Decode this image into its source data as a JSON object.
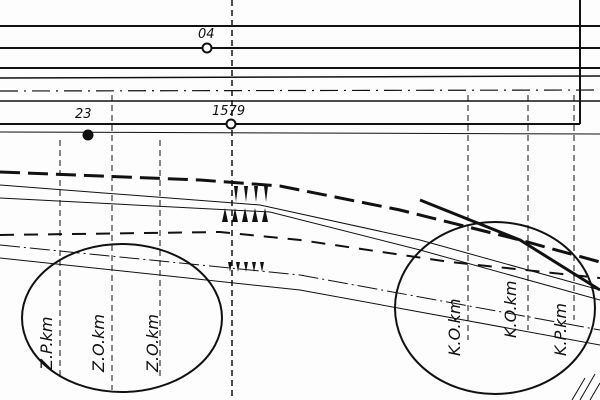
{
  "drawing": {
    "point_labels": [
      "04",
      "23",
      "1579"
    ],
    "km_labels_left": [
      "Z.P.km",
      "Z.O.km",
      "Z.O.km"
    ],
    "km_labels_right": [
      "K.O.km",
      "K.O.km",
      "K.P.km"
    ],
    "ink_color": "#111111"
  }
}
